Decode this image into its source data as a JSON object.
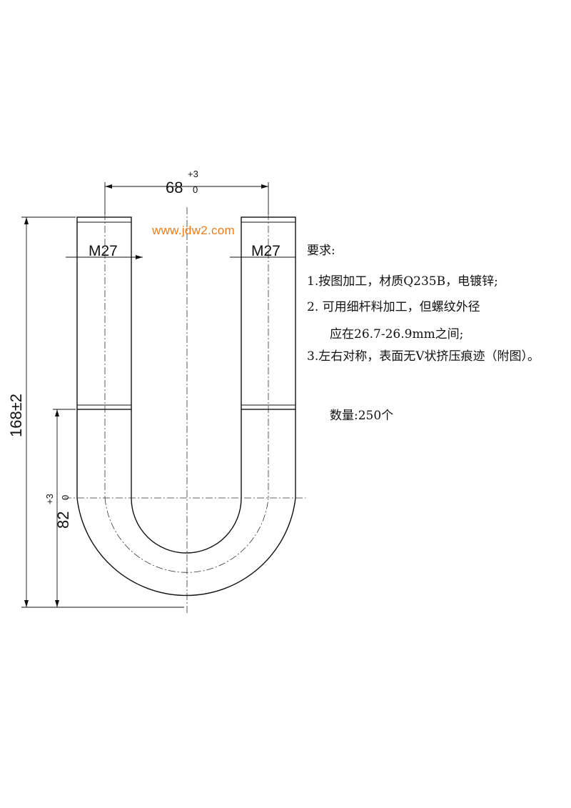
{
  "drawing": {
    "top_width": {
      "value": "68",
      "tol_upper": "+3",
      "tol_lower": "0"
    },
    "overall_height": "168±2",
    "bend_height": {
      "value": "82",
      "tol_upper": "+3",
      "tol_lower": "0"
    },
    "thread_left": "M27",
    "thread_right": "M27"
  },
  "watermark": "www.jdw2.com",
  "requirements": {
    "heading": "要求:",
    "item1": "1.按图加工，材质Q235B，电镀锌;",
    "item2": "2. 可用细杆料加工，但螺纹外径",
    "item2_cont": "应在26.7-26.9mm之间;",
    "item3": "3.左右对称，表面无V状挤压痕迹（附图）。",
    "quantity": "数量:250个"
  }
}
